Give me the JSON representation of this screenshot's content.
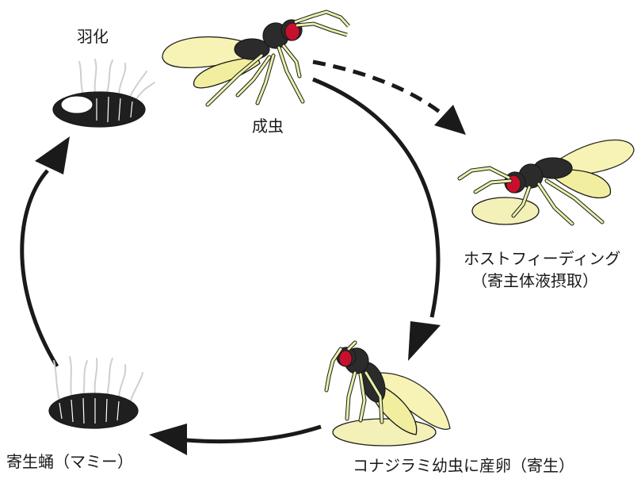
{
  "labels": {
    "adult": "成虫",
    "host_feeding": "ホストフィーディング",
    "host_feeding_sub": "（寄主体液摂取）",
    "oviposition": "コナジラミ幼虫に産卵（寄生）",
    "mummy": "寄生蛹（マミー）",
    "emergence": "羽化"
  },
  "colors": {
    "outline": "#1a1a1a",
    "wasp_body": "#2b2b2b",
    "wasp_eye": "#c8102e",
    "wasp_legs": "#e9f0a8",
    "wings": "#f6f3b0",
    "host_nymph": "#f3f0b8",
    "mummy_body": "#1f1f1f",
    "bristles": "#cfcfcf"
  }
}
